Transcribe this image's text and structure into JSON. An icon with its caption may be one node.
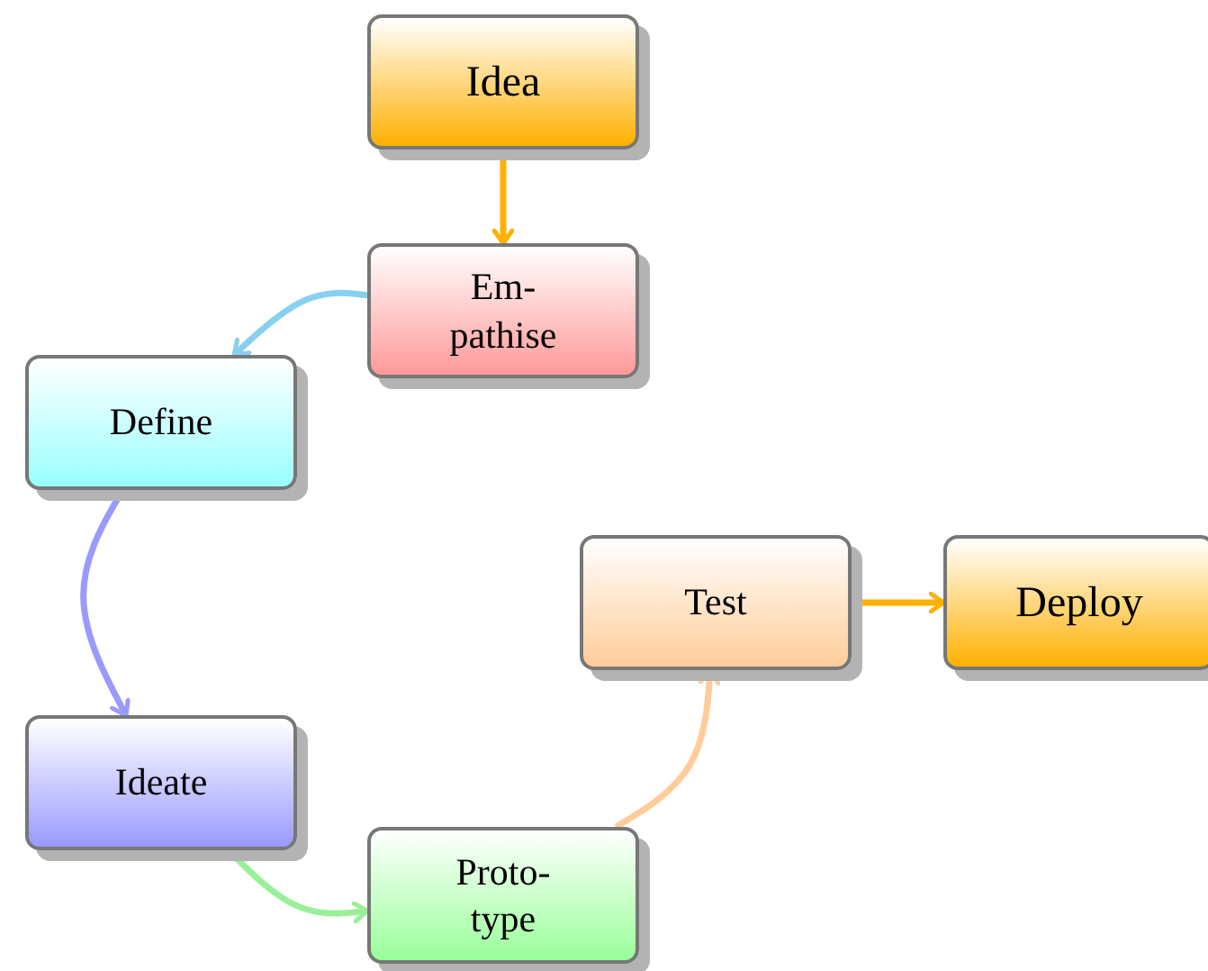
{
  "diagram": {
    "nodes": [
      {
        "text": [
          "Idea"
        ]
      },
      {
        "text": [
          "Em- pathise"
        ]
      },
      {
        "text": [
          "Define"
        ]
      },
      {
        "text": [
          "Ideate"
        ]
      },
      {
        "text": [
          "Proto- type"
        ]
      },
      {
        "text": [
          "Test"
        ]
      },
      {
        "text": [
          "Deploy"
        ]
      }
    ],
    "edges": [
      {
        "from": 0,
        "to": 1,
        "arrow": "to",
        "color": "#ffb000"
      },
      {
        "from": 1,
        "to": 2,
        "arrow": "to",
        "color": "#88d0f0"
      },
      {
        "from": 2,
        "to": 3,
        "arrow": "to",
        "color": "#9999ff"
      },
      {
        "from": 3,
        "to": 4,
        "arrow": "to",
        "color": "#99f099"
      },
      {
        "from": 4,
        "to": 5,
        "arrow": "to",
        "color": "#ffcc99"
      },
      {
        "from": 5,
        "to": 6,
        "arrow": "to",
        "color": "#ffb000"
      }
    ]
  }
}
